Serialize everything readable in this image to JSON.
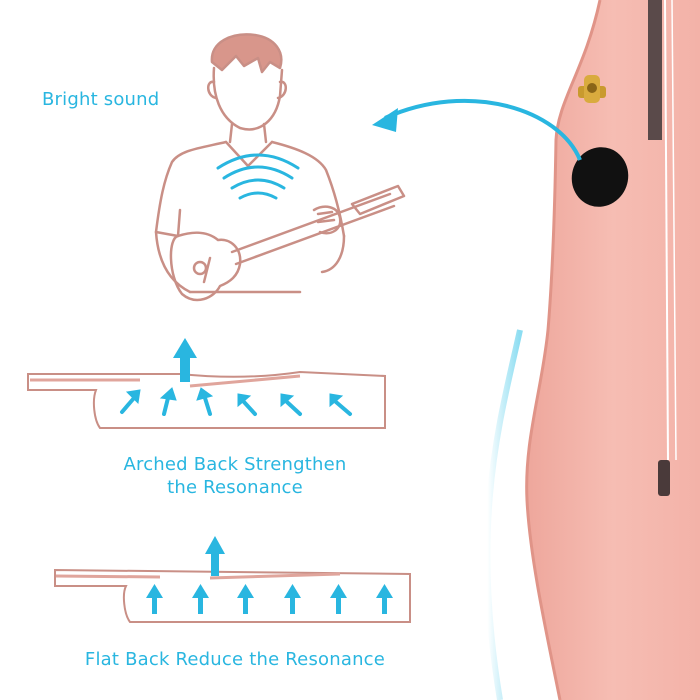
{
  "labels": {
    "bright_sound": "Bright sound",
    "arched_line1": "Arched Back Strengthen",
    "arched_line2": "the Resonance",
    "flat": "Flat Back Reduce the Resonance"
  },
  "colors": {
    "accent": "#29b6e0",
    "line_drawing": "#c98f86",
    "ukulele_body": "#f2b0a6",
    "ukulele_shadow": "#e59a8f",
    "hardware_gold": "#c99a2e"
  },
  "icons": [
    "person-playing-ukulele",
    "sound-wave-icon",
    "curved-arrow-icon",
    "up-arrow-icon",
    "sound-hole",
    "strap-button"
  ]
}
